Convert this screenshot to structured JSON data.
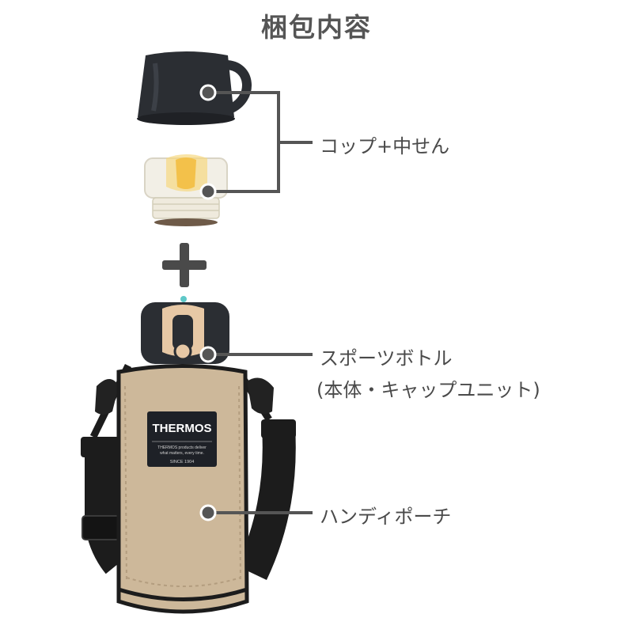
{
  "title": "梱包内容",
  "labels": {
    "cup": "コップ+中せん",
    "bottle_line1": "スポーツボトル",
    "bottle_line2": "(本体・キャップユニット)",
    "pouch": "ハンディポーチ"
  },
  "badge": {
    "brand": "THERMOS",
    "tagline_1": "THERMOS products deliver",
    "tagline_2": "what matters, every time.",
    "since": "SINCE 1904"
  },
  "colors": {
    "text": "#4a4a4a",
    "leader": "#555555",
    "cap": "#2b2e33",
    "pouch": "#cdb89a",
    "strap": "#1c1c1c",
    "accent": "#f3c14a",
    "lid_tab": "#e7c8a5"
  }
}
